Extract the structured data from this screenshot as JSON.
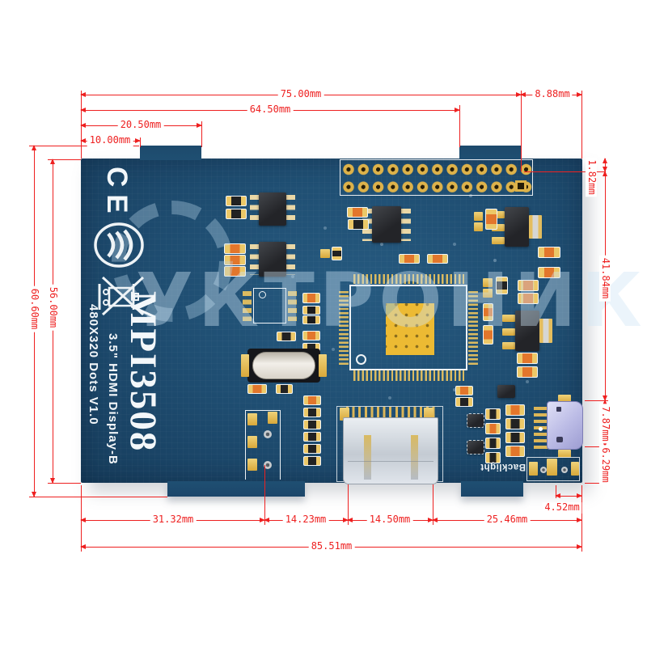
{
  "board": {
    "model": "MPI3508",
    "spec_line1": "3.5\" HDMI Display-B",
    "spec_line2": "480X320 Dots V1.0",
    "backlight_label": "Backlight",
    "ce_mark": "CE"
  },
  "watermark": {
    "text": "УКТРОНИК"
  },
  "dimensions": {
    "top": {
      "d75": "75.00mm",
      "d645": "64.50mm",
      "d205": "20.50mm",
      "d100": "10.00mm",
      "d888": "8.88mm"
    },
    "left": {
      "d606": "60.60mm",
      "d560": "56.00mm"
    },
    "right": {
      "d182": "1.82mm",
      "d4184": "41.84mm",
      "d787": "7.87mm",
      "d629": "6.29mm"
    },
    "bottom": {
      "d3132": "31.32mm",
      "d1423": "14.23mm",
      "d1450": "14.50mm",
      "d2546": "25.46mm",
      "d452": "4.52mm",
      "d8551": "85.51mm"
    }
  },
  "colors": {
    "pcb": "#1f4e72",
    "dimension_red": "#ee2020",
    "pad_gold": "#ddb24a",
    "silkscreen": "#eef3f6",
    "hdmi_body": "#d9dee4",
    "usb_body": "#c5c5ec"
  }
}
